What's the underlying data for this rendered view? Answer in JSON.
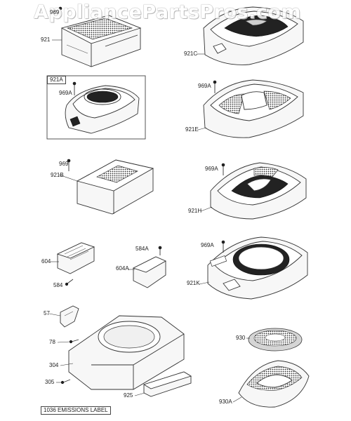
{
  "watermark": "AppliancePartsPros.com",
  "parts": {
    "p921": "921",
    "p969_top": "969",
    "p921a_box": "921A",
    "p969a_box": "969A",
    "p921c": "921C",
    "p969a_e": "969A",
    "p921e": "921E",
    "p969_b": "969",
    "p921b": "921B",
    "p969a_h": "969A",
    "p921h": "921H",
    "p604": "604",
    "p584": "584",
    "p584a": "584A",
    "p604a": "604A",
    "p969a_k": "969A",
    "p921k": "921K",
    "p57": "57",
    "p78": "78",
    "p304": "304",
    "p305": "305",
    "p925": "925",
    "p930": "930",
    "p930a": "930A",
    "emissions_label": "1036 EMISSIONS LABEL"
  }
}
